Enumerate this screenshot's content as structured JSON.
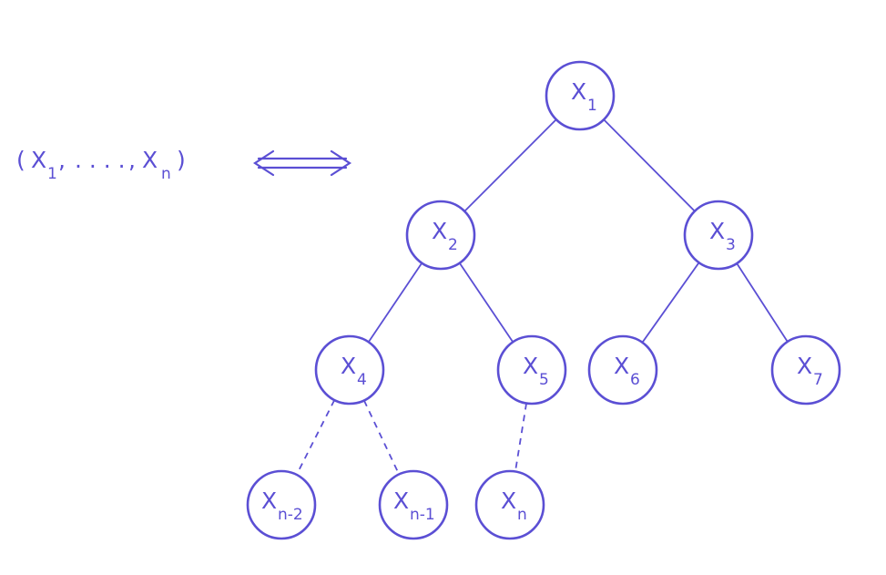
{
  "tuple": {
    "open": "(",
    "x1_letter": "X",
    "x1_sub": "1",
    "sep1": ",",
    "dots": ". . . .",
    "sep2": ",",
    "xn_letter": "X",
    "xn_sub": "n",
    "close": ")"
  },
  "arrow_icon": "double-headed-arrow-icon",
  "colors": {
    "ink": "#5b4fd4",
    "background": "#ffffff"
  },
  "nodes": [
    {
      "id": "x1",
      "letter": "X",
      "sub": "1"
    },
    {
      "id": "x2",
      "letter": "X",
      "sub": "2"
    },
    {
      "id": "x3",
      "letter": "X",
      "sub": "3"
    },
    {
      "id": "x4",
      "letter": "X",
      "sub": "4"
    },
    {
      "id": "x5",
      "letter": "X",
      "sub": "5"
    },
    {
      "id": "x6",
      "letter": "X",
      "sub": "6"
    },
    {
      "id": "x7",
      "letter": "X",
      "sub": "7"
    },
    {
      "id": "xn-2",
      "letter": "X",
      "sub": "n-2"
    },
    {
      "id": "xn-1",
      "letter": "X",
      "sub": "n-1"
    },
    {
      "id": "xn",
      "letter": "X",
      "sub": "n"
    }
  ],
  "edges": [
    {
      "from": "x1",
      "to": "x2",
      "style": "solid"
    },
    {
      "from": "x1",
      "to": "x3",
      "style": "solid"
    },
    {
      "from": "x2",
      "to": "x4",
      "style": "solid"
    },
    {
      "from": "x2",
      "to": "x5",
      "style": "solid"
    },
    {
      "from": "x3",
      "to": "x6",
      "style": "solid"
    },
    {
      "from": "x3",
      "to": "x7",
      "style": "solid"
    },
    {
      "from": "x4",
      "to": "xn-2",
      "style": "dashed"
    },
    {
      "from": "x4",
      "to": "xn-1",
      "style": "dashed"
    },
    {
      "from": "x5",
      "to": "xn",
      "style": "dashed"
    }
  ]
}
